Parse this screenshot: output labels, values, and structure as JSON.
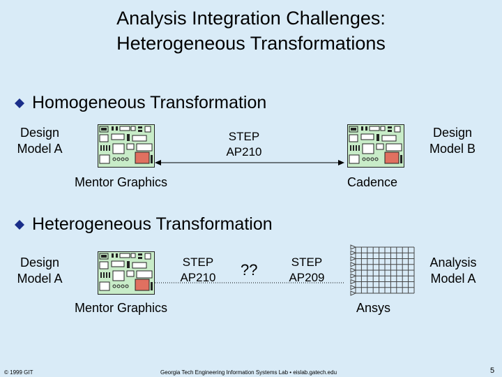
{
  "title": {
    "line1": "Analysis Integration Challenges:",
    "line2": "Heterogeneous  Transformations"
  },
  "homogeneous": {
    "bullet_icon": "diamond-bullet-icon",
    "heading": "Homogeneous Transformation",
    "left_model": {
      "line1": "Design",
      "line2": "Model A"
    },
    "right_model": {
      "line1": "Design",
      "line2": "Model B"
    },
    "link_label": {
      "line1": "STEP",
      "line2": "AP210"
    },
    "left_tool": "Mentor Graphics",
    "right_tool": "Cadence",
    "left_icon": "circuit-board-icon",
    "right_icon": "circuit-board-icon"
  },
  "heterogeneous": {
    "bullet_icon": "diamond-bullet-icon",
    "heading": "Heterogeneous Transformation",
    "left_model": {
      "line1": "Design",
      "line2": "Model A"
    },
    "right_model": {
      "line1": "Analysis",
      "line2": "Model A"
    },
    "left_step": {
      "line1": "STEP",
      "line2": "AP210"
    },
    "unknown": "??",
    "right_step": {
      "line1": "STEP",
      "line2": "AP209"
    },
    "left_tool": "Mentor Graphics",
    "right_tool": "Ansys",
    "left_icon": "circuit-board-icon",
    "right_icon": "fea-mesh-icon"
  },
  "footer": {
    "copyright": "© 1999 GIT",
    "center": "Georgia Tech Engineering Information Systems Lab  •  eislab.gatech.edu",
    "page_number": "5"
  },
  "colors": {
    "background": "#d9ebf7",
    "board_fill": "#c8ecc8",
    "board_accent": "#e07060",
    "bullet": "#1a2e8a",
    "mesh": "#444444"
  }
}
